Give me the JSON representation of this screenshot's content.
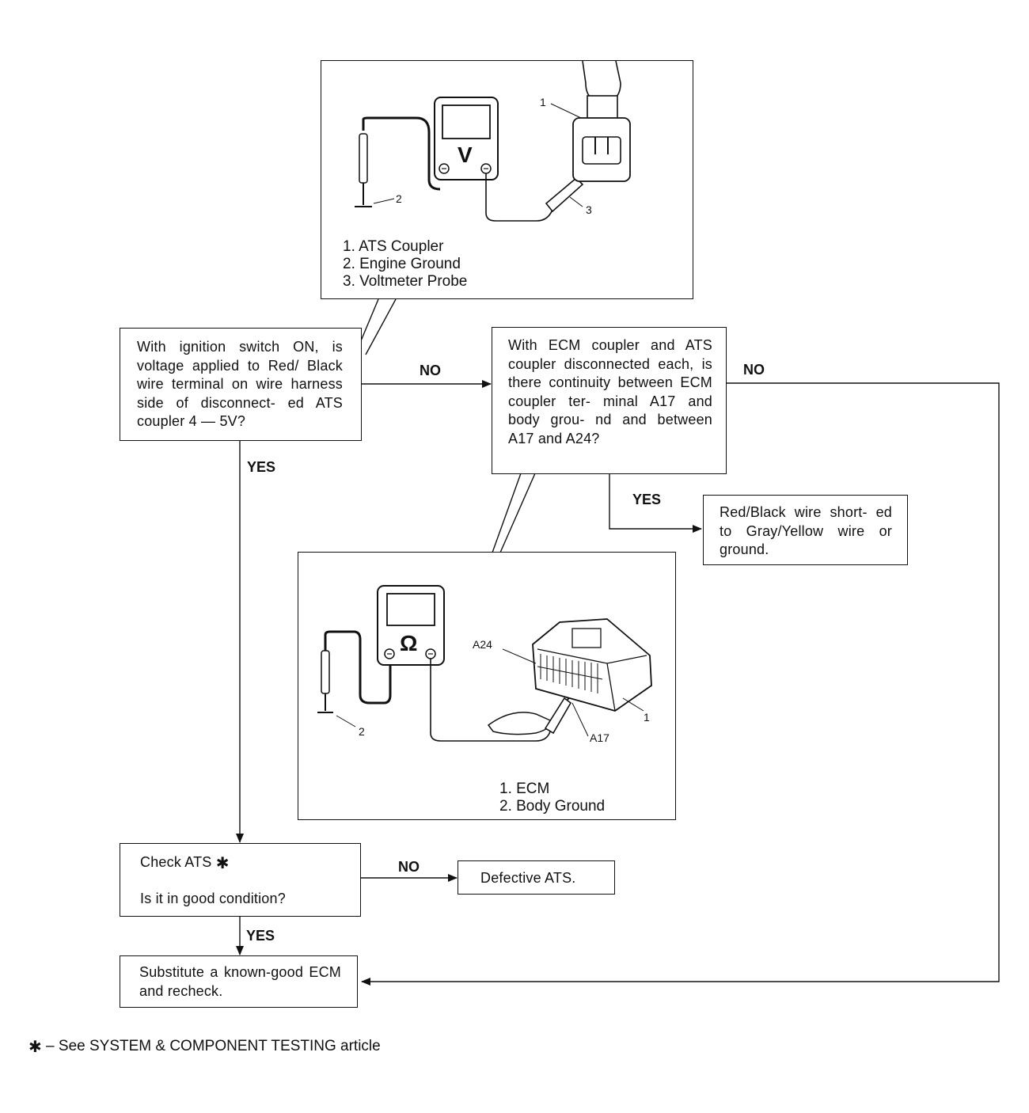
{
  "fig1": {
    "legend": [
      "1. ATS Coupler",
      "2. Engine Ground",
      "3. Voltmeter Probe"
    ],
    "callouts": [
      "1",
      "2",
      "3"
    ],
    "meter_symbol": "V"
  },
  "q1": {
    "text": "With ignition switch ON, is voltage applied to Red/ Black wire terminal on wire harness side of disconnect- ed ATS coupler 4 — 5V?"
  },
  "q2": {
    "text": "With ECM coupler and ATS coupler disconnected each, is there continuity between ECM coupler ter- minal A17 and body grou- nd and between A17 and A24?"
  },
  "result_short": {
    "text": "Red/Black wire short- ed to Gray/Yellow wire or ground."
  },
  "fig2": {
    "legend": [
      "1. ECM",
      "2. Body Ground"
    ],
    "callouts": [
      "A24",
      "A17",
      "1",
      "2"
    ],
    "meter_symbol": "Ω"
  },
  "q3": {
    "line1": "Check ATS",
    "line2": "Is it in good condition?"
  },
  "result_ats": {
    "text": "Defective ATS."
  },
  "result_ecm": {
    "text": "Substitute a known-good ECM and recheck."
  },
  "labels": {
    "no1": "NO",
    "no2": "NO",
    "no3": "NO",
    "yes1": "YES",
    "yes2": "YES",
    "yes3": "YES"
  },
  "footnote": {
    "symbol": "✱",
    "text": "– See SYSTEM   & COMPONENT TESTING article"
  }
}
